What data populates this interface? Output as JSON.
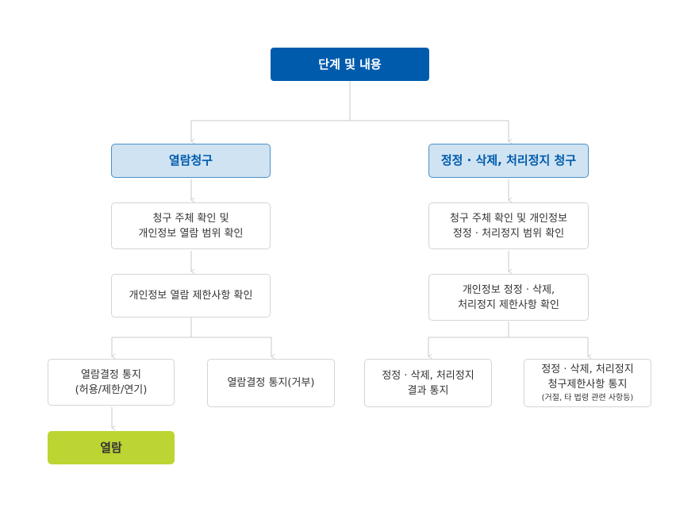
{
  "colors": {
    "primary": "#005bac",
    "request_fill": "#cfe3f2",
    "request_border": "#4b8fc8",
    "result_green": "#bcd532",
    "connector": "#c8c8c8",
    "box_border": "#d4d4d4"
  },
  "root": {
    "label": "단계 및 내용"
  },
  "left": {
    "request": "열람청구",
    "step1": [
      "청구 주체 확인 및",
      "개인정보 열람 범위 확인"
    ],
    "step2": "개인정보 열람 제한사항 확인",
    "outcome_allow": [
      "열람결정 통지",
      "(허용/제한/연기)"
    ],
    "outcome_refuse": "열람결정 통지(거부)",
    "final": "열람"
  },
  "right": {
    "request": "정정 · 삭제, 처리정지 청구",
    "step1": [
      "청구 주체 확인 및 개인정보",
      "정정 · 처리정지 범위 확인"
    ],
    "step2": [
      "개인정보 정정 · 삭제,",
      "처리정지 제한사항 확인"
    ],
    "outcome_result": [
      "정정 · 삭제, 처리정지",
      "결과 통지"
    ],
    "outcome_limit": [
      "정정 · 삭제, 처리정지",
      "청구제한사항 통지",
      "(거절, 타 법령 관련 사항등)"
    ]
  }
}
